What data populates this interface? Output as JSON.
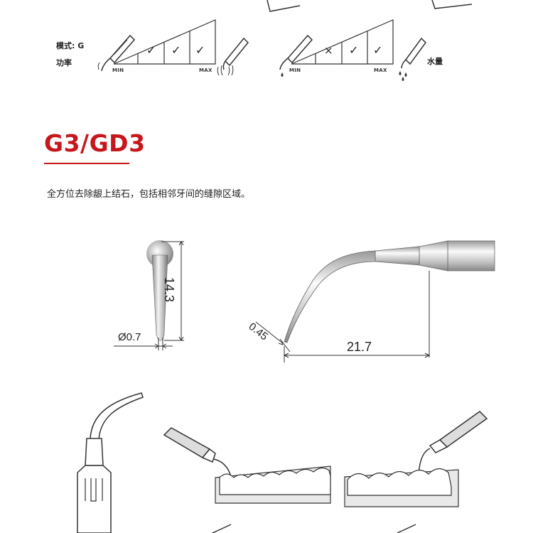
{
  "mode_panel": {
    "mode_label": "模式: G",
    "power_label": "功率",
    "water_label": "水量",
    "power_scale": {
      "min": "MIN",
      "max": "MAX",
      "marks": [
        "✓",
        "✓",
        "✓"
      ]
    },
    "water_scale": {
      "min": "MIN",
      "max": "MAX",
      "marks": [
        "×",
        "✓",
        "✓"
      ]
    }
  },
  "product": {
    "model": "G3/GD3",
    "description": "全方位去除龈上结石，包括相邻牙间的缝隙区域。"
  },
  "dimensions": {
    "length": "14.3",
    "diameter": "Ø0.7",
    "tip": "0.45",
    "reach": "21.7"
  },
  "colors": {
    "accent": "#c8161d",
    "line": "#333333"
  }
}
